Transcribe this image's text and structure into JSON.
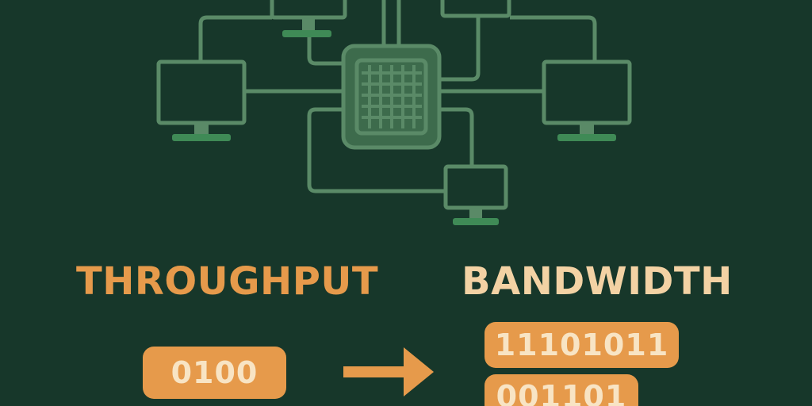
{
  "labels": {
    "throughput": "THROUGHPUT",
    "bandwidth": "BANDWIDTH"
  },
  "values": {
    "throughput_bits": "0100",
    "bandwidth_bits": [
      "11101011",
      "001101"
    ]
  },
  "icons": {
    "hub": "processor-chip-icon",
    "nodes": "monitor-icon",
    "flow": "right-arrow-icon"
  },
  "colors": {
    "background": "#17372a",
    "network_lines": "#5a8a67",
    "monitor_stand": "#3f8a56",
    "throughput_text": "#e69a4b",
    "bandwidth_text": "#f3d2a4",
    "pill_fill": "#e69a4b",
    "pill_text": "#f8e4c4"
  }
}
